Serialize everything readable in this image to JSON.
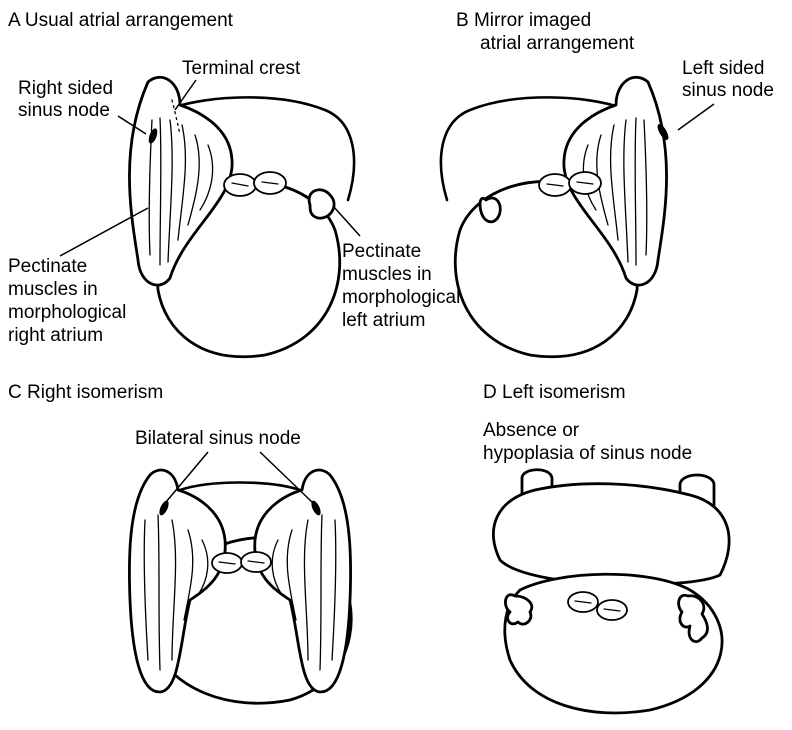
{
  "panels": {
    "a": {
      "title": "A  Usual atrial arrangement",
      "label_sinus": [
        "Right sided",
        "sinus node"
      ],
      "label_crest": "Terminal crest",
      "label_pect_right": [
        "Pectinate",
        "muscles in",
        "morphological",
        "right atrium"
      ],
      "label_pect_left": [
        "Pectinate",
        "muscles in",
        "morphological",
        "left atrium"
      ]
    },
    "b": {
      "title": [
        "B  Mirror imaged",
        "atrial arrangement"
      ],
      "label_sinus": [
        "Left sided",
        "sinus node"
      ]
    },
    "c": {
      "title": "C  Right isomerism",
      "label_sinus": "Bilateral sinus node"
    },
    "d": {
      "title": "D  Left isomerism",
      "label_sinus": [
        "Absence or",
        "hypoplasia of sinus node"
      ]
    }
  },
  "colors": {
    "ink": "#000000",
    "paper": "#ffffff"
  }
}
